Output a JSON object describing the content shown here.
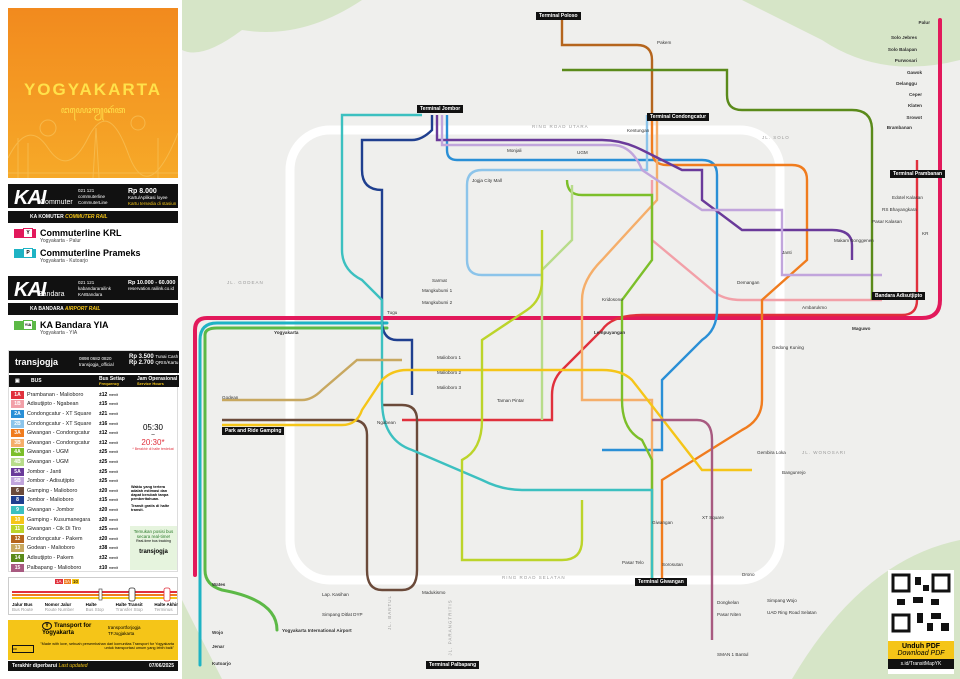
{
  "header": {
    "title": "YOGYAKARTA",
    "javanese": "ꦔꦪꦺꦴꦒꦾꦏꦂꦠ"
  },
  "kai_commuter": {
    "brand": "KAI",
    "sub": "Commuter",
    "phone": "021 121",
    "web": "commuterline",
    "x": "CommuterLine",
    "price": "Rp 8.000",
    "price_note": "Kartu/Aplikasi loyee",
    "price_note2": "Kartu tersedia di stasiun",
    "bar_label": "KA KOMUTER",
    "bar_en": "COMMUTER RAIL"
  },
  "rail_lines": [
    {
      "code": "Y",
      "name": "Commuterline KRL",
      "route": "Yogyakarta - Palur",
      "color": "#e2195b"
    },
    {
      "code": "P",
      "name": "Commuterline Prameks",
      "route": "Yogyakarta - Kutoarjo",
      "color": "#1eb3c4"
    }
  ],
  "kai_bandara": {
    "brand": "KAI",
    "sub": "Bandara",
    "phone": "021 121",
    "web": "kabandararailink",
    "x": "KAIBandara",
    "price": "Rp 10.000 - 60.000",
    "price_note": "reservation.railink.co.id",
    "bar_label": "KA BANDARA",
    "bar_en": "AIRPORT RAIL"
  },
  "airport_line": {
    "code": "YIA",
    "name": "KA Bandara YIA",
    "route": "Yogyakarta - YIA",
    "color": "#5cb946"
  },
  "transjogja": {
    "brand": "transjogja",
    "phone": "0898 0682 0820",
    "ig": "transjogja_official",
    "price1": "Rp 3.500",
    "price1_note": "Tunai Cash",
    "price2": "Rp 2.700",
    "price2_note": "QRIS/Kartu",
    "bus_label": "BUS",
    "freq_label": "Bus Setiap",
    "freq_en": "Frequency",
    "hours_label": "Jam Operasional",
    "hours_en": "Service Hours",
    "open": "05:30",
    "dash": "–",
    "close": "20:30*",
    "close_note": "* Berakhir di halte terdekat",
    "note1": "Waktu yang tertera adalah estimasi dan dapat berubah tanpa pemberitahuan.",
    "note2": "Transit gratis di halte transit.",
    "promo": "Temukan posisi bus secara real-time!",
    "promo_en": "Real-time bus tracking",
    "app": "transjogja"
  },
  "bus_routes": [
    {
      "no": "1A",
      "name": "Prambanan - Malioboro",
      "freq": "±12",
      "color": "#e0303c"
    },
    {
      "no": "1B",
      "name": "Adisutjipto - Ngabean",
      "freq": "±15",
      "color": "#f2a0a8"
    },
    {
      "no": "2A",
      "name": "Condongcatur - XT Square",
      "freq": "±21",
      "color": "#2a8fd6"
    },
    {
      "no": "2B",
      "name": "Condongcatur - XT Square",
      "freq": "±16",
      "color": "#8cc4ea"
    },
    {
      "no": "3A",
      "name": "Giwangan - Condongcatur",
      "freq": "±12",
      "color": "#f07c1e"
    },
    {
      "no": "3B",
      "name": "Giwangan - Condongcatur",
      "freq": "±12",
      "color": "#f5ae6a"
    },
    {
      "no": "4A",
      "name": "Giwangan - UGM",
      "freq": "±25",
      "color": "#7cbf2a"
    },
    {
      "no": "4B",
      "name": "Giwangan - UGM",
      "freq": "±25",
      "color": "#b8dc8a"
    },
    {
      "no": "5A",
      "name": "Jombor - Janti",
      "freq": "±25",
      "color": "#6a3a9a"
    },
    {
      "no": "5B",
      "name": "Jombor - Adisutjipto",
      "freq": "±25",
      "color": "#c1a5dc"
    },
    {
      "no": "6",
      "name": "Gamping - Malioboro",
      "freq": "±20",
      "color": "#6b4a3a"
    },
    {
      "no": "8",
      "name": "Jombor - Malioboro",
      "freq": "±15",
      "color": "#1f3f8f"
    },
    {
      "no": "9",
      "name": "Giwangan - Jombor",
      "freq": "±20",
      "color": "#3cc0c0"
    },
    {
      "no": "10",
      "name": "Gamping - Kusumanegara",
      "freq": "±20",
      "color": "#f5c518"
    },
    {
      "no": "11",
      "name": "Giwangan - Cik Di Tiro",
      "freq": "±25",
      "color": "#bcd42a"
    },
    {
      "no": "12",
      "name": "Condongcatur - Pakem",
      "freq": "±20",
      "color": "#b5651d"
    },
    {
      "no": "13",
      "name": "Godean - Malioboro",
      "freq": "±38",
      "color": "#c8a860"
    },
    {
      "no": "14",
      "name": "Adisutjipto - Pakem",
      "freq": "±32",
      "color": "#5a8a1a"
    },
    {
      "no": "15",
      "name": "Palbapang - Malioboro",
      "freq": "±10",
      "color": "#a85a80"
    }
  ],
  "minutes_label": "menit",
  "legend": {
    "route": "Jalur Bus",
    "route_en": "Bus Route",
    "number": "Nomor Jalur",
    "number_en": "Route Number",
    "stop": "Halte",
    "stop_en": "Bus Stop",
    "transfer": "Halte Transit",
    "transfer_en": "Transfer Stop",
    "terminus": "Halte Akhir",
    "terminus_en": "Terminus",
    "sample": [
      "1A",
      "3A",
      "10"
    ]
  },
  "tfy": {
    "name": "Transport for Yogyakarta",
    "ig": "transportforjogja",
    "x": "TFJogjakarta",
    "quote": "\"Made with love, sebuah persembahan dari komunitas Transport for Yogyakarta untuk transportasi umum yang lebih baik\""
  },
  "footer": {
    "updated": "Terakhir diperbarui",
    "updated_en": "Last updated",
    "date": "07/06/2025"
  },
  "qr": {
    "label": "Unduh PDF",
    "label_en": "Download PDF",
    "url": "s.id/TransitMapYK"
  },
  "map": {
    "roads": [
      "RING ROAD UTARA",
      "RING ROAD SELATAN",
      "JL. WONOSARI",
      "JL. PARANGTRITIS",
      "JL. BANTUL",
      "JL. GODEAN",
      "JL. SOLO"
    ],
    "terminals": [
      "Terminal Jombor",
      "Terminal Condongcatur",
      "Terminal Giwangan",
      "Terminal Prambanan",
      "Bandara Adisutjipto",
      "Terminal Palbapang",
      "Park and Ride Gamping",
      "Terminal Poloso"
    ],
    "stations": [
      "Yogyakarta",
      "Lempuyangan",
      "Maguwo",
      "Wates",
      "Wojo",
      "Jenar",
      "Kutoarjo",
      "Yogyakarta International Airport",
      "Palur",
      "Solo Jebres",
      "Solo Balapan",
      "Purwosari",
      "Gawok",
      "Delanggu",
      "Ceper",
      "Klaten",
      "Srowot",
      "Brambanan"
    ],
    "stops": [
      "Malioboro 1",
      "Malioboro 2",
      "Malioboro 3",
      "Mangkubumi 1",
      "Mangkubumi 2",
      "Kridosono",
      "UGM",
      "Monjali",
      "Kentungan",
      "Sarmat",
      "Ngabean",
      "Gedong Kuning",
      "Janti",
      "Pakem",
      "Godean",
      "Giwangan",
      "Taman Pintar",
      "Tugu",
      "Simpang Ditlat DYP",
      "Dongkelan",
      "Pasar Niten",
      "SMAN 1 Bantul",
      "Edotel Kalasan",
      "RS Bhayangkara",
      "Pasar Kalasan",
      "Makam Songgenen",
      "Simpang Wojo",
      "UAD Ring Road Selatan",
      "Lap. Kasihan",
      "Madukismo",
      "Sorosutan",
      "Pasar Telo",
      "Drono",
      "KR",
      "Gembira Loka",
      "XT Square",
      "Bangunrejo",
      "Ambarukmo",
      "Demangan",
      "Jogja City Mall"
    ]
  }
}
